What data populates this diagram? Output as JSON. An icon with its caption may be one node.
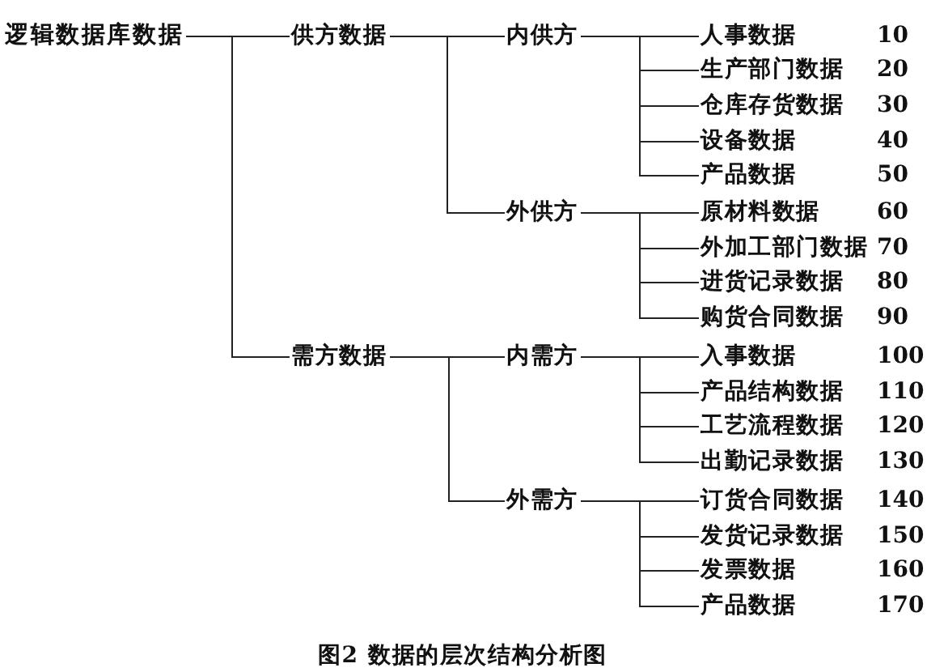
{
  "diagram": {
    "caption": "图2 数据的层次结构分析图",
    "nodes": [
      {
        "text": [
          "逻辑数据库数据"
        ]
      },
      {
        "text": [
          "供方数据"
        ]
      },
      {
        "text": [
          "内供方"
        ]
      },
      {
        "text": [
          "人事数据"
        ]
      },
      {
        "text": [
          "生产部门数据"
        ]
      },
      {
        "text": [
          "仓库存货数据"
        ]
      },
      {
        "text": [
          "设备数据"
        ]
      },
      {
        "text": [
          "产品数据"
        ]
      },
      {
        "text": [
          "外供方"
        ]
      },
      {
        "text": [
          "原材料数据"
        ]
      },
      {
        "text": [
          "外加工部门数据"
        ]
      },
      {
        "text": [
          "进货记录数据"
        ]
      },
      {
        "text": [
          "购货合同数据"
        ]
      },
      {
        "text": [
          "需方数据"
        ]
      },
      {
        "text": [
          "内需方"
        ]
      },
      {
        "text": [
          "入事数据"
        ]
      },
      {
        "text": [
          "产品结构数据"
        ]
      },
      {
        "text": [
          "工艺流程数据"
        ]
      },
      {
        "text": [
          "出勤记录数据"
        ]
      },
      {
        "text": [
          "外需方"
        ]
      },
      {
        "text": [
          "订货合同数据"
        ]
      },
      {
        "text": [
          "发货记录数据"
        ]
      },
      {
        "text": [
          "发票数据"
        ]
      },
      {
        "text": [
          "产品数据"
        ]
      }
    ],
    "edges": [
      {
        "from": 0,
        "to": 1,
        "arrow": "none"
      },
      {
        "from": 0,
        "to": 13,
        "arrow": "none"
      },
      {
        "from": 1,
        "to": 2,
        "arrow": "none"
      },
      {
        "from": 1,
        "to": 8,
        "arrow": "none"
      },
      {
        "from": 2,
        "to": 3,
        "arrow": "none"
      },
      {
        "from": 2,
        "to": 4,
        "arrow": "none"
      },
      {
        "from": 2,
        "to": 5,
        "arrow": "none"
      },
      {
        "from": 2,
        "to": 6,
        "arrow": "none"
      },
      {
        "from": 2,
        "to": 7,
        "arrow": "none"
      },
      {
        "from": 8,
        "to": 9,
        "arrow": "none"
      },
      {
        "from": 8,
        "to": 10,
        "arrow": "none"
      },
      {
        "from": 8,
        "to": 11,
        "arrow": "none"
      },
      {
        "from": 8,
        "to": 12,
        "arrow": "none"
      },
      {
        "from": 13,
        "to": 14,
        "arrow": "none"
      },
      {
        "from": 13,
        "to": 19,
        "arrow": "none"
      },
      {
        "from": 14,
        "to": 15,
        "arrow": "none"
      },
      {
        "from": 14,
        "to": 16,
        "arrow": "none"
      },
      {
        "from": 14,
        "to": 17,
        "arrow": "none"
      },
      {
        "from": 14,
        "to": 18,
        "arrow": "none"
      },
      {
        "from": 19,
        "to": 20,
        "arrow": "none"
      },
      {
        "from": 19,
        "to": 21,
        "arrow": "none"
      },
      {
        "from": 19,
        "to": 22,
        "arrow": "none"
      },
      {
        "from": 19,
        "to": 23,
        "arrow": "none"
      }
    ],
    "labels": [
      "10",
      "20",
      "30",
      "40",
      "50",
      "60",
      "70",
      "80",
      "90",
      "100",
      "110",
      "120",
      "130",
      "140",
      "150",
      "160",
      "170"
    ]
  }
}
